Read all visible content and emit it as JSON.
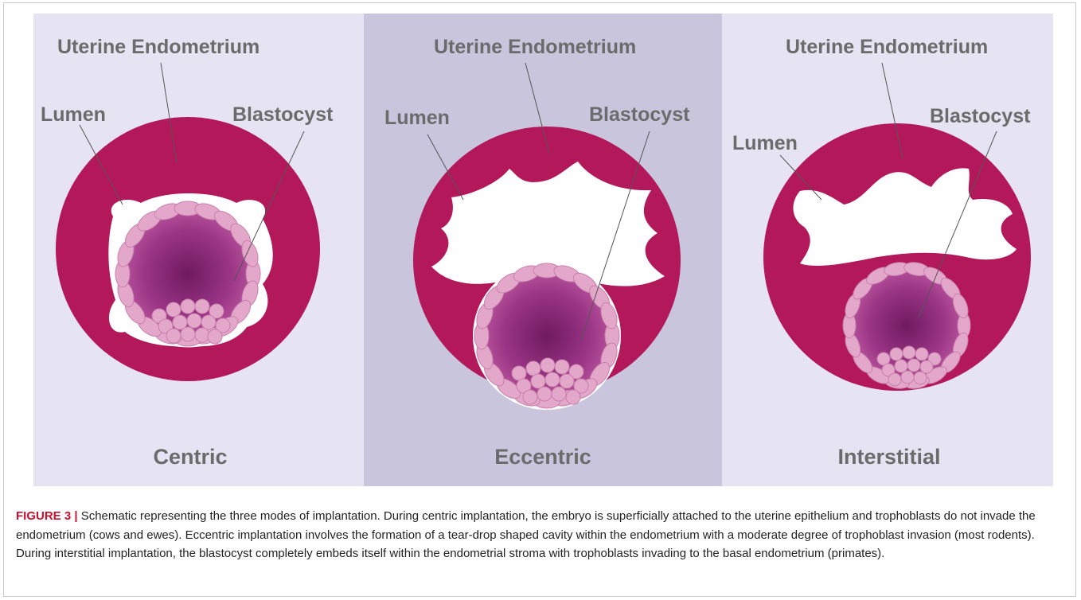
{
  "labels": {
    "uterine_endometrium": "Uterine Endometrium",
    "lumen": "Lumen",
    "blastocyst": "Blastocyst"
  },
  "panels": [
    {
      "mode": "Centric"
    },
    {
      "mode": "Eccentric"
    },
    {
      "mode": "Interstitial"
    }
  ],
  "caption": {
    "label": "FIGURE 3 |",
    "text": " Schematic representing the three modes of implantation. During centric implantation, the embryo is superficially attached to the uterine epithelium and trophoblasts do not invade the endometrium (cows and ewes). Eccentric implantation involves the formation of a tear-drop shaped cavity within the endometrium with a moderate degree of trophoblast invasion (most rodents). During interstitial implantation, the blastocyst completely embeds itself within the endometrial stroma with trophoblasts invading to the basal endometrium (primates)."
  },
  "colors": {
    "panel_light": "#e6e4f2",
    "panel_dark": "#c9c5dd",
    "endometrium": "#b2185a",
    "trophoblast": "#e3a8c9",
    "blastocyst_center": "#6f1a60",
    "blastocyst_edge": "#bf5aa2",
    "label_gray": "#6b6b6b"
  }
}
